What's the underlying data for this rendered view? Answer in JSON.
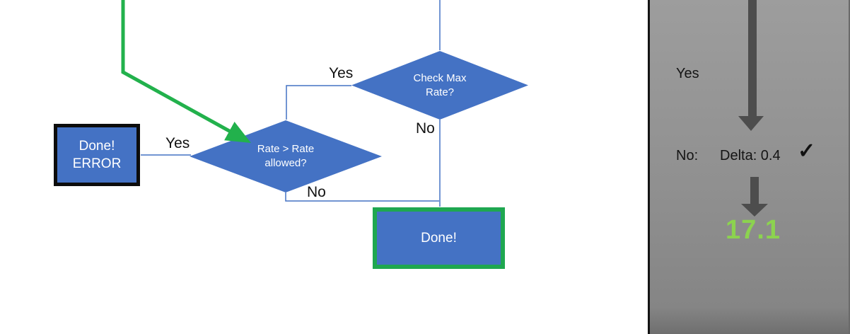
{
  "flowchart": {
    "diamond_check_max": {
      "line1": "Check Max",
      "line2": "Rate?"
    },
    "diamond_rate_allowed": {
      "line1": "Rate > Rate",
      "line2": "allowed?"
    },
    "error_box": {
      "line1": "Done!",
      "line2": "ERROR"
    },
    "done_box": {
      "label": "Done!"
    },
    "labels": {
      "check_max_yes": "Yes",
      "check_max_no": "No",
      "rate_allowed_yes": "Yes",
      "rate_allowed_no": "No"
    }
  },
  "panel": {
    "yes_label": "Yes",
    "no_label": "No:",
    "delta_label": "Delta: 0.4",
    "check_icon": "✓",
    "result_value": "17.1"
  },
  "colors": {
    "shape_blue": "#4472c4",
    "connector_blue": "#4472c4",
    "green_line": "#22b14c",
    "done_border_green": "#1fa750",
    "error_border_black": "#0c0c0c",
    "arrow_gray": "#4d4d4d",
    "panel_gray": "#909090",
    "result_green": "#8cd34f"
  }
}
